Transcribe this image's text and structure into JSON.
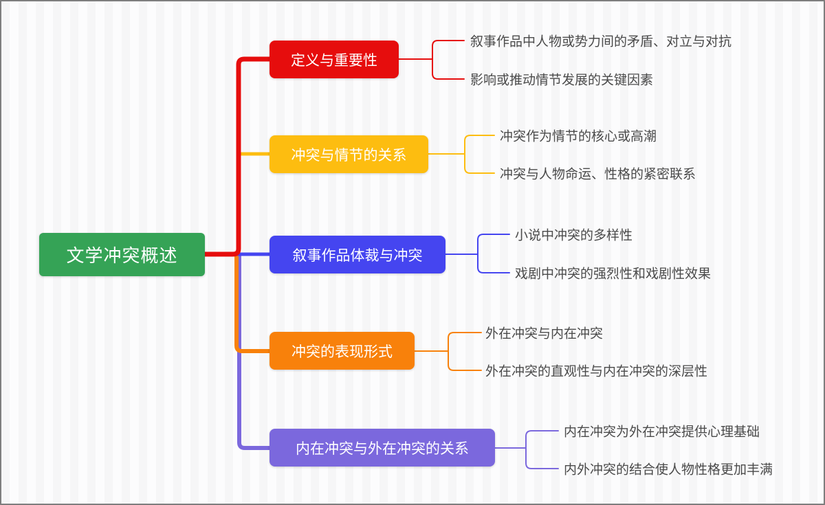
{
  "app": {
    "border_color": "#7e7e7e",
    "background_stripe_colors": [
      "#f6f6f7",
      "#fcfcfd"
    ]
  },
  "mindmap": {
    "root": {
      "label": "文学冲突概述",
      "color": "#35a356",
      "text_color": "#ffffff"
    },
    "leaf_text_color": "#4a4a4a",
    "branches": [
      {
        "label": "定义与重要性",
        "color": "#e60d0d",
        "children": [
          "叙事作品中人物或势力间的矛盾、对立与对抗",
          "影响或推动情节发展的关键因素"
        ]
      },
      {
        "label": "冲突与情节的关系",
        "color": "#fdbd10",
        "children": [
          "冲突作为情节的核心或高潮",
          "冲突与人物命运、性格的紧密联系"
        ]
      },
      {
        "label": "叙事作品体裁与冲突",
        "color": "#4545f0",
        "children": [
          "小说中冲突的多样性",
          "戏剧中冲突的强烈性和戏剧性效果"
        ]
      },
      {
        "label": "冲突的表现形式",
        "color": "#f8810b",
        "children": [
          "外在冲突与内在冲突",
          "外在冲突的直观性与内在冲突的深层性"
        ]
      },
      {
        "label": "内在冲突与外在冲突的关系",
        "color": "#7b68dd",
        "children": [
          "内在冲突为外在冲突提供心理基础",
          "内外冲突的结合使人物性格更加丰满"
        ]
      }
    ]
  }
}
